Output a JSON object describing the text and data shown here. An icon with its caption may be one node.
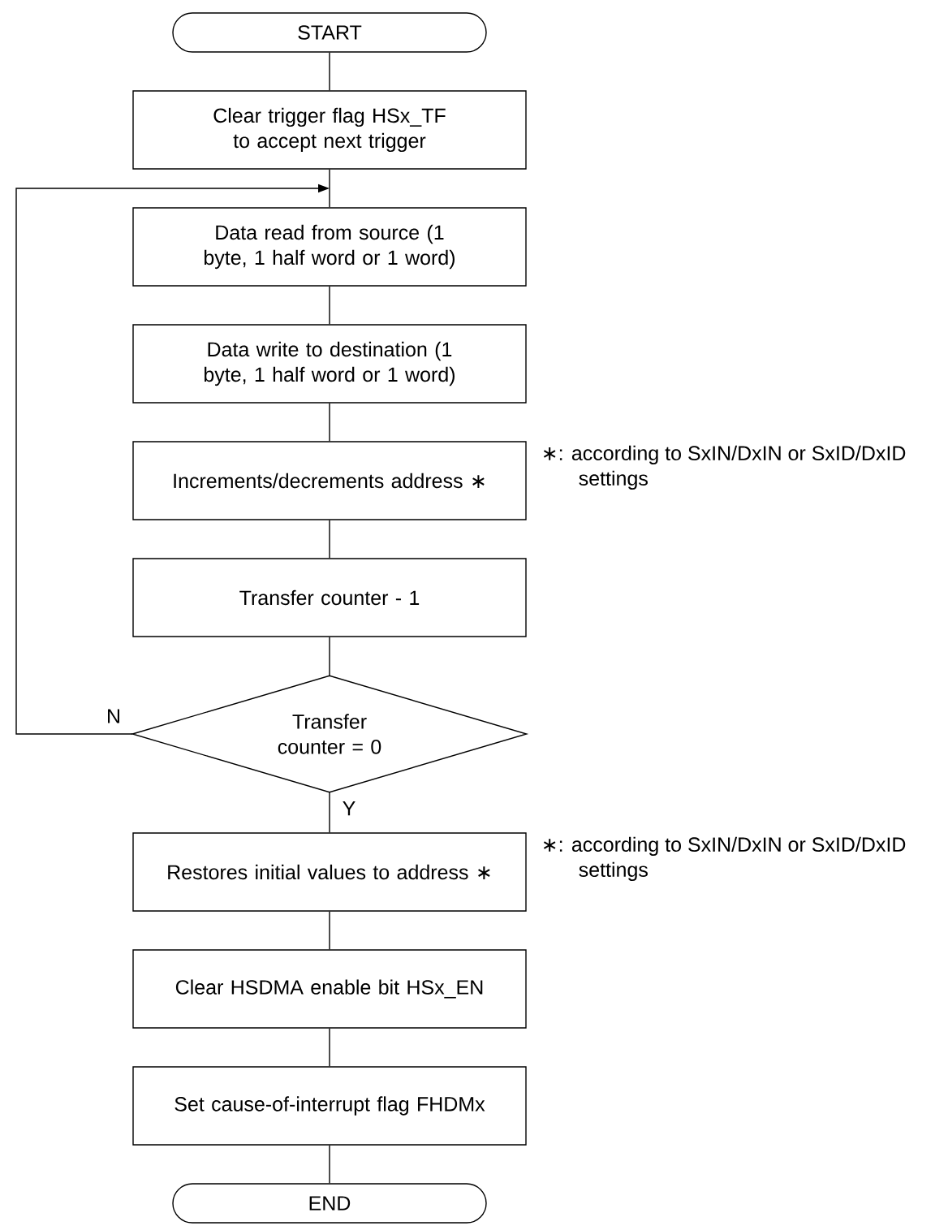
{
  "diagram": {
    "nodes": [
      {
        "text": [
          "START"
        ]
      },
      {
        "text": [
          "Clear trigger flag HSx_TF to accept next trigger"
        ]
      },
      {
        "text": [
          "Data read from source (1 byte, 1 half word or 1 word)"
        ]
      },
      {
        "text": [
          "Data write to destination (1 byte, 1 half word or 1 word)"
        ]
      },
      {
        "text": [
          "Increments/decrements address ∗"
        ],
        "beside": [
          "∗: according to SxIN/DxIN or SxID/DxID settings"
        ]
      },
      {
        "text": [
          "Transfer counter - 1"
        ]
      },
      {
        "text": [
          "Transfer counter = 0"
        ]
      },
      {
        "text": [
          "Restores initial values to address ∗"
        ],
        "beside": [
          "∗: according to SxIN/DxIN or SxID/DxID settings"
        ]
      },
      {
        "text": [
          "Clear HSDMA enable bit HSx_EN"
        ]
      },
      {
        "text": [
          "Set cause-of-interrupt flag FHDMx"
        ]
      },
      {
        "text": [
          "END"
        ]
      }
    ],
    "edges": [
      {
        "from": 0,
        "to": 1,
        "arrow": "none"
      },
      {
        "from": 1,
        "to": 2,
        "arrow": "none"
      },
      {
        "from": 2,
        "to": 3,
        "arrow": "none"
      },
      {
        "from": 3,
        "to": 4,
        "arrow": "none"
      },
      {
        "from": 4,
        "to": 5,
        "arrow": "none"
      },
      {
        "from": 5,
        "to": 6,
        "arrow": "none"
      },
      {
        "from": 6,
        "to": 2,
        "arrow": "to",
        "label": "N"
      },
      {
        "from": 6,
        "to": 7,
        "arrow": "none",
        "label": "Y"
      },
      {
        "from": 7,
        "to": 8,
        "arrow": "none"
      },
      {
        "from": 8,
        "to": 9,
        "arrow": "none"
      },
      {
        "from": 9,
        "to": 10,
        "arrow": "none"
      }
    ]
  }
}
